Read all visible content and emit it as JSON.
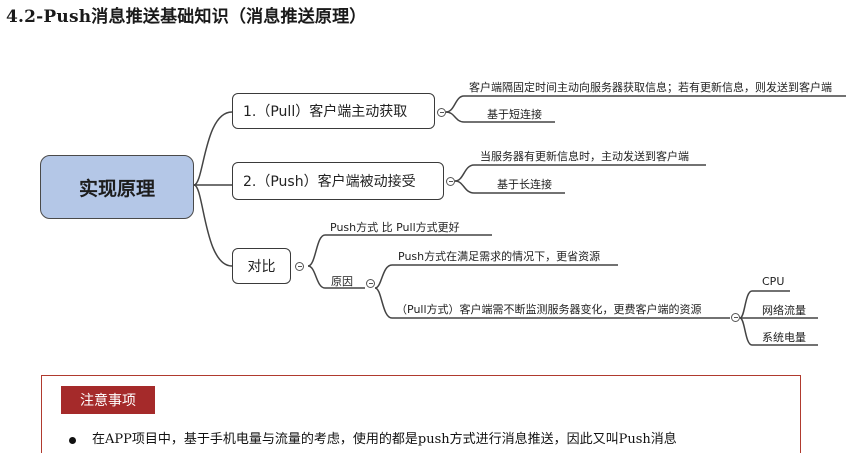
{
  "title": "4.2-Push消息推送基础知识（消息推送原理）",
  "mindmap": {
    "root": "实现原理",
    "branch_pull": {
      "label": "1.（Pull）客户端主动获取",
      "detail": "客户端隔固定时间主动向服务器获取信息；若有更新信息，则发送到客户端",
      "basis": "基于短连接"
    },
    "branch_push": {
      "label": "2.（Push）客户端被动接受",
      "detail": "当服务器有更新信息时，主动发送到客户端",
      "basis": "基于长连接"
    },
    "branch_compare": {
      "label": "对比",
      "conclusion": "Push方式 比 Pull方式更好",
      "reason_label": "原因",
      "reason_push": "Push方式在满足需求的情况下，更省资源",
      "reason_pull": "（Pull方式）客户端需不断监测服务器变化，更费客户端的资源",
      "resources": [
        "CPU",
        "网络流量",
        "系统电量"
      ]
    }
  },
  "notice": {
    "heading": "注意事项",
    "text": "在APP项目中，基于手机电量与流量的考虑，使用的都是push方式进行消息推送，因此又叫Push消息"
  },
  "colors": {
    "root_fill": "#b4c7e7",
    "notice_heading_fill": "#a52a2a",
    "notice_border": "#b03a2e"
  }
}
